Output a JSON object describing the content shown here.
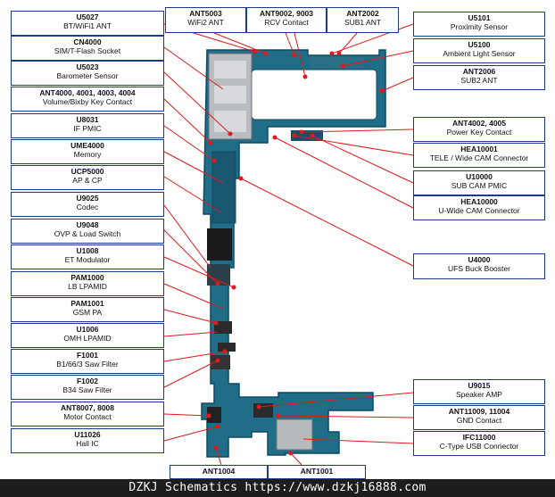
{
  "labels_left": [
    {
      "l1": "U5027",
      "l2": "BT/WiFi1 ANT"
    },
    {
      "l1": "CN4000",
      "l2": "SIM/T-Flash Socket"
    },
    {
      "l1": "U5023",
      "l2": "Barometer Sensor"
    },
    {
      "l1": "ANT4000, 4001, 4003, 4004",
      "l2": "Volume/Bixby Key Contact"
    },
    {
      "l1": "U8031",
      "l2": "IF PMIC"
    },
    {
      "l1": "UME4000",
      "l2": "Memory"
    },
    {
      "l1": "UCP5000",
      "l2": "AP & CP"
    },
    {
      "l1": "U9025",
      "l2": "Codec"
    },
    {
      "l1": "U9048",
      "l2": "OVP & Load Switch"
    },
    {
      "l1": "U1008",
      "l2": "ET Modulator"
    },
    {
      "l1": "PAM1000",
      "l2": "LB LPAMID"
    },
    {
      "l1": "PAM1001",
      "l2": "GSM PA"
    },
    {
      "l1": "U1006",
      "l2": "OMH LPAMID"
    },
    {
      "l1": "F1001",
      "l2": "B1/66/3 Saw Filter"
    },
    {
      "l1": "F1002",
      "l2": "B34 Saw Filter"
    },
    {
      "l1": "ANT8007, 8008",
      "l2": "Motor Contact"
    },
    {
      "l1": "U11026",
      "l2": "Hall IC"
    }
  ],
  "labels_top": [
    {
      "l1": "ANT5003",
      "l2": "WiFi2 ANT"
    },
    {
      "l1": "ANT9002, 9003",
      "l2": "RCV Contact"
    },
    {
      "l1": "ANT2002",
      "l2": "SUB1 ANT"
    }
  ],
  "labels_right": [
    {
      "l1": "U5101",
      "l2": "Proximity Sensor"
    },
    {
      "l1": "U5100",
      "l2": "Ambient Light Sensor"
    },
    {
      "l1": "ANT2006",
      "l2": "SUB2 ANT"
    },
    {
      "l1": "ANT4002, 4005",
      "l2": "Power Key Contact"
    },
    {
      "l1": "HEA10001",
      "l2": "TELE / Wide CAM Connector"
    },
    {
      "l1": "U10000",
      "l2": "SUB CAM PMIC"
    },
    {
      "l1": "HEA10000",
      "l2": "U-Wide CAM Connector"
    },
    {
      "l1": "U4000",
      "l2": "UFS Buck Booster"
    },
    {
      "l1": "U9015",
      "l2": "Speaker AMP"
    },
    {
      "l1": "ANT11009, 11004",
      "l2": "GND Contact"
    },
    {
      "l1": "IFC11000",
      "l2": "C-Type USB Connector"
    }
  ],
  "labels_bottom": [
    {
      "l1": "ANT1004"
    },
    {
      "l1": "ANT1001"
    }
  ],
  "footer": "DZKJ Schematics https://www.dzkj16888.com",
  "colors": {
    "pcb": "#1f6d86",
    "pcb_edge": "#0f4a63",
    "marker": "#e0191d",
    "label_border": "#1a3a8a"
  }
}
